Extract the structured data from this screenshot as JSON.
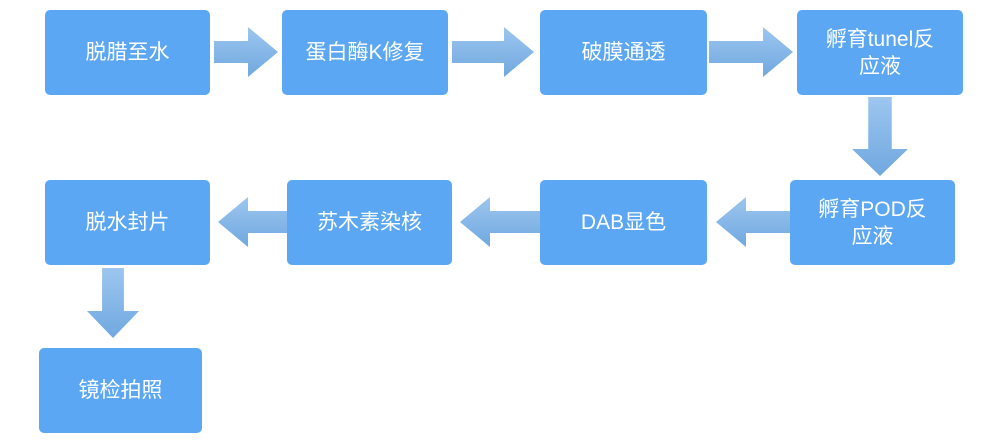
{
  "flowchart": {
    "colors": {
      "background": "#FFFFFF",
      "node_fill": "#5CA7F3",
      "node_text": "#FFFFFF",
      "arrow_light": "#9DC6F0",
      "arrow_dark": "#70A8DF"
    },
    "nodes": [
      {
        "id": "dewax",
        "label": "脱腊至水"
      },
      {
        "id": "proteinase-k",
        "label": "蛋白酶K修复"
      },
      {
        "id": "permeabilization",
        "label": "破膜通透"
      },
      {
        "id": "tunel-incubation",
        "label": "孵育tunel反\n应液"
      },
      {
        "id": "pod-incubation",
        "label": "孵育POD反\n应液"
      },
      {
        "id": "dab",
        "label": "DAB显色"
      },
      {
        "id": "hematoxylin",
        "label": "苏木素染核"
      },
      {
        "id": "dehydrate-mount",
        "label": "脱水封片"
      },
      {
        "id": "microscopy-photo",
        "label": "镜检拍照"
      }
    ],
    "edges": [
      {
        "from": "dewax",
        "to": "proteinase-k",
        "direction": "right"
      },
      {
        "from": "proteinase-k",
        "to": "permeabilization",
        "direction": "right"
      },
      {
        "from": "permeabilization",
        "to": "tunel-incubation",
        "direction": "right"
      },
      {
        "from": "tunel-incubation",
        "to": "pod-incubation",
        "direction": "down"
      },
      {
        "from": "pod-incubation",
        "to": "dab",
        "direction": "left"
      },
      {
        "from": "dab",
        "to": "hematoxylin",
        "direction": "left"
      },
      {
        "from": "hematoxylin",
        "to": "dehydrate-mount",
        "direction": "left"
      },
      {
        "from": "dehydrate-mount",
        "to": "microscopy-photo",
        "direction": "down"
      }
    ]
  }
}
